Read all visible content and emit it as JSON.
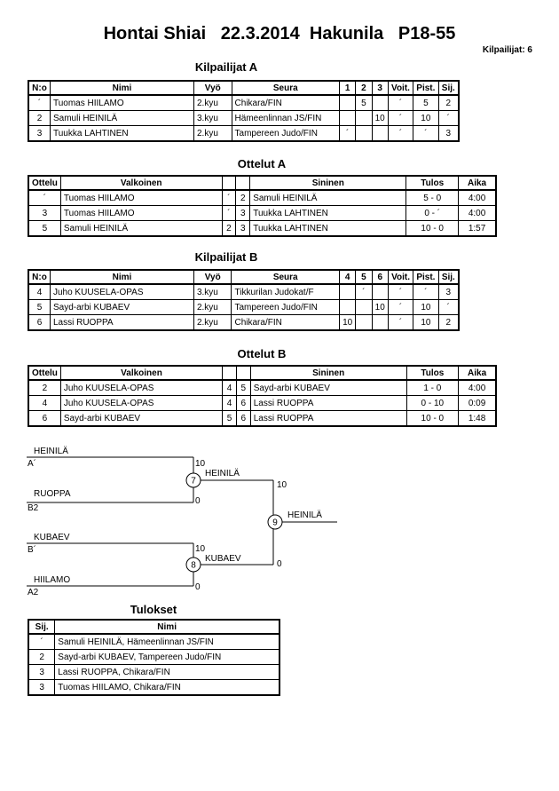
{
  "header": {
    "title": "Hontai Shiai   22.3.2014  Hakunila   P18-55",
    "competitor_count": "Kilpailijat: 6"
  },
  "competitors_a": {
    "title": "Kilpailijat A",
    "headers": [
      "N:o",
      "Nimi",
      "Vyö",
      "Seura",
      "1",
      "2",
      "3",
      "Voit.",
      "Pist.",
      "Sij."
    ],
    "rows": [
      [
        "´",
        "Tuomas HIILAMO",
        "2.kyu",
        "Chikara/FIN",
        "",
        "5",
        "",
        "´",
        "5",
        "2"
      ],
      [
        "2",
        "Samuli HEINILÄ",
        "3.kyu",
        "Hämeenlinnan JS/FIN",
        "",
        "",
        "10",
        "´",
        "10",
        "´"
      ],
      [
        "3",
        "Tuukka LAHTINEN",
        "2.kyu",
        "Tampereen Judo/FIN",
        "´",
        "",
        "",
        "´",
        "´",
        "3"
      ]
    ]
  },
  "matches_a": {
    "title": "Ottelut A",
    "headers": [
      "Ottelu",
      "Valkoinen",
      "",
      "",
      "Sininen",
      "Tulos",
      "Aika"
    ],
    "rows": [
      [
        "´",
        "Tuomas HIILAMO",
        "´",
        "2",
        "Samuli HEINILÄ",
        "5 - 0",
        "4:00"
      ],
      [
        "3",
        "Tuomas HIILAMO",
        "´",
        "3",
        "Tuukka LAHTINEN",
        "0 - ´",
        "4:00"
      ],
      [
        "5",
        "Samuli HEINILÄ",
        "2",
        "3",
        "Tuukka LAHTINEN",
        "10 - 0",
        "1:57"
      ]
    ]
  },
  "competitors_b": {
    "title": "Kilpailijat B",
    "headers": [
      "N:o",
      "Nimi",
      "Vyö",
      "Seura",
      "4",
      "5",
      "6",
      "Voit.",
      "Pist.",
      "Sij."
    ],
    "rows": [
      [
        "4",
        "Juho KUUSELA-OPAS",
        "3.kyu",
        "Tikkurilan Judokat/F",
        "",
        "´",
        "",
        "´",
        "´",
        "3"
      ],
      [
        "5",
        "Sayd-arbi KUBAEV",
        "2.kyu",
        "Tampereen Judo/FIN",
        "",
        "",
        "10",
        "´",
        "10",
        "´"
      ],
      [
        "6",
        "Lassi RUOPPA",
        "2.kyu",
        "Chikara/FIN",
        "10",
        "",
        "",
        "´",
        "10",
        "2"
      ]
    ]
  },
  "matches_b": {
    "title": "Ottelut B",
    "headers": [
      "Ottelu",
      "Valkoinen",
      "",
      "",
      "Sininen",
      "Tulos",
      "Aika"
    ],
    "rows": [
      [
        "2",
        "Juho KUUSELA-OPAS",
        "4",
        "5",
        "Sayd-arbi KUBAEV",
        "1 - 0",
        "4:00"
      ],
      [
        "4",
        "Juho KUUSELA-OPAS",
        "4",
        "6",
        "Lassi RUOPPA",
        "0 - 10",
        "0:09"
      ],
      [
        "6",
        "Sayd-arbi KUBAEV",
        "5",
        "6",
        "Lassi RUOPPA",
        "10 - 0",
        "1:48"
      ]
    ]
  },
  "bracket": {
    "m7": {
      "number": "7",
      "top_name": "HEINILÄ",
      "top_seed": "A´",
      "top_score": "10",
      "bottom_name": "RUOPPA",
      "bottom_seed": "B2",
      "bottom_score": "0",
      "winner": "HEINILÄ"
    },
    "m8": {
      "number": "8",
      "top_name": "KUBAEV",
      "top_seed": "B´",
      "top_score": "10",
      "bottom_name": "HIILAMO",
      "bottom_seed": "A2",
      "bottom_score": "0",
      "winner": "KUBAEV"
    },
    "final": {
      "number": "9",
      "top_score": "10",
      "bottom_score": "0",
      "winner": "HEINILÄ"
    }
  },
  "results": {
    "title": "Tulokset",
    "headers": [
      "Sij.",
      "Nimi"
    ],
    "rows": [
      [
        "´",
        "Samuli HEINILÄ, Hämeenlinnan JS/FIN"
      ],
      [
        "2",
        "Sayd-arbi KUBAEV, Tampereen Judo/FIN"
      ],
      [
        "3",
        "Lassi RUOPPA, Chikara/FIN"
      ],
      [
        "3",
        "Tuomas HIILAMO, Chikara/FIN"
      ]
    ]
  }
}
